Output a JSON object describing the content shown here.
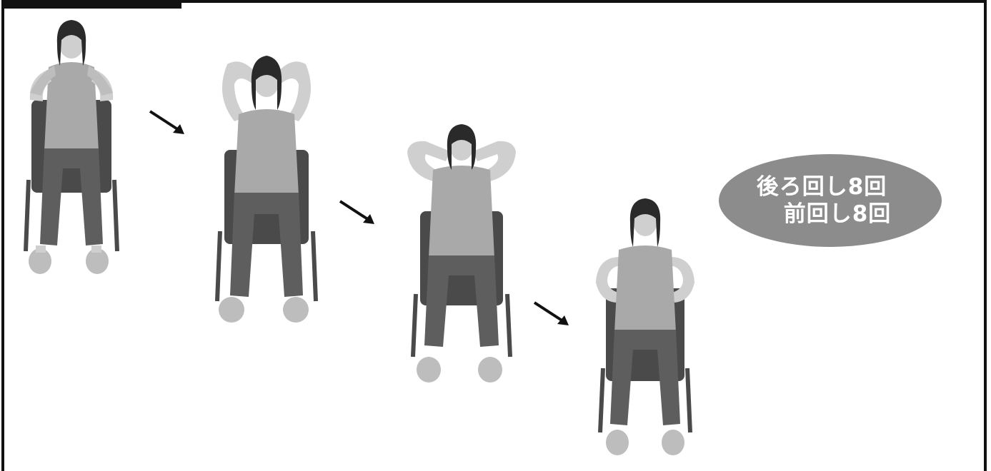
{
  "callout": {
    "line1": "後ろ回し8回",
    "line2": "前回し8回"
  },
  "figures": [
    {
      "pose": "hands-on-shoulders-elbows-down"
    },
    {
      "pose": "hands-behind-head-elbows-up"
    },
    {
      "pose": "hands-behind-head-elbows-out"
    },
    {
      "pose": "hands-on-shoulders-elbows-out"
    }
  ],
  "colors": {
    "frame": "#111111",
    "callout_fill": "#8c8c8c",
    "callout_text": "#ffffff",
    "shirt": "#a9a9a9",
    "pants": "#5e5e5e",
    "chair": "#4a4a4a",
    "skin": "#cfcfcf",
    "hair": "#2a2a2a"
  },
  "icons": [
    "arrow-down-right-icon"
  ]
}
